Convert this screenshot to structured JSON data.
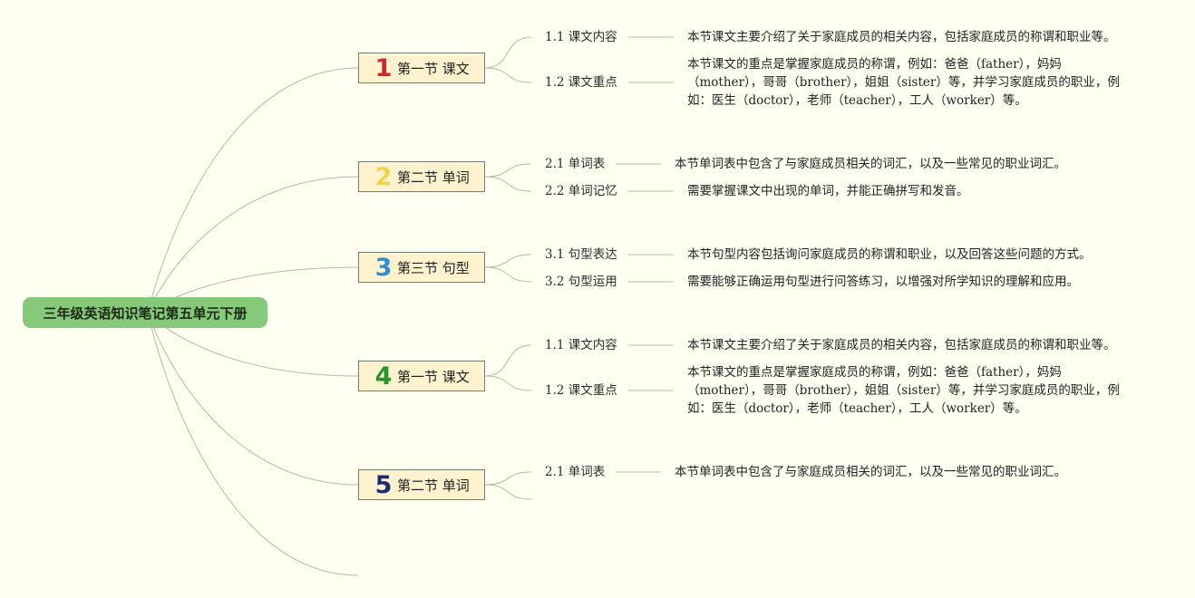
{
  "root": {
    "title": "三年级英语知识笔记第五单元下册"
  },
  "sections": [
    {
      "num": "1",
      "color": "#d8242c",
      "title": "第一节 课文"
    },
    {
      "num": "2",
      "color": "#f3d34a",
      "title": "第二节 单词"
    },
    {
      "num": "3",
      "color": "#2c8fd8",
      "title": "第三节 句型"
    },
    {
      "num": "4",
      "color": "#1f9a2a",
      "title": "第一节 课文"
    },
    {
      "num": "5",
      "color": "#1c2a7a",
      "title": "第二节 单词"
    }
  ],
  "topics": [
    {
      "label": "1.1 课文内容",
      "text": "本节课文主要介绍了关于家庭成员的相关内容，包括家庭成员的称谓和职业等。"
    },
    {
      "label": "1.2 课文重点",
      "text": "本节课文的重点是掌握家庭成员的称谓，例如：爸爸（father），妈妈（mother），哥哥（brother），姐姐（sister）等，并学习家庭成员的职业，例如：医生（doctor），老师（teacher），工人（worker）等。"
    },
    {
      "label": "2.1 单词表",
      "text": "本节单词表中包含了与家庭成员相关的词汇，以及一些常见的职业词汇。"
    },
    {
      "label": "2.2 单词记忆",
      "text": "需要掌握课文中出现的单词，并能正确拼写和发音。"
    },
    {
      "label": "3.1 句型表达",
      "text": "本节句型内容包括询问家庭成员的称谓和职业，以及回答这些问题的方式。"
    },
    {
      "label": "3.2 句型运用",
      "text": "需要能够正确运用句型进行问答练习，以增强对所学知识的理解和应用。"
    },
    {
      "label": "1.1 课文内容",
      "text": "本节课文主要介绍了关于家庭成员的相关内容，包括家庭成员的称谓和职业等。"
    },
    {
      "label": "1.2 课文重点",
      "text": "本节课文的重点是掌握家庭成员的称谓，例如：爸爸（father），妈妈（mother），哥哥（brother），姐姐（sister）等，并学习家庭成员的职业，例如：医生（doctor），老师（teacher），工人（worker）等。"
    },
    {
      "label": "2.1 单词表",
      "text": "本节单词表中包含了与家庭成员相关的词汇，以及一些常见的职业词汇。"
    }
  ],
  "colors": {
    "line": "#b4b8ac",
    "root_bg": "#86c97b",
    "section_bg": "#fff3cf"
  }
}
